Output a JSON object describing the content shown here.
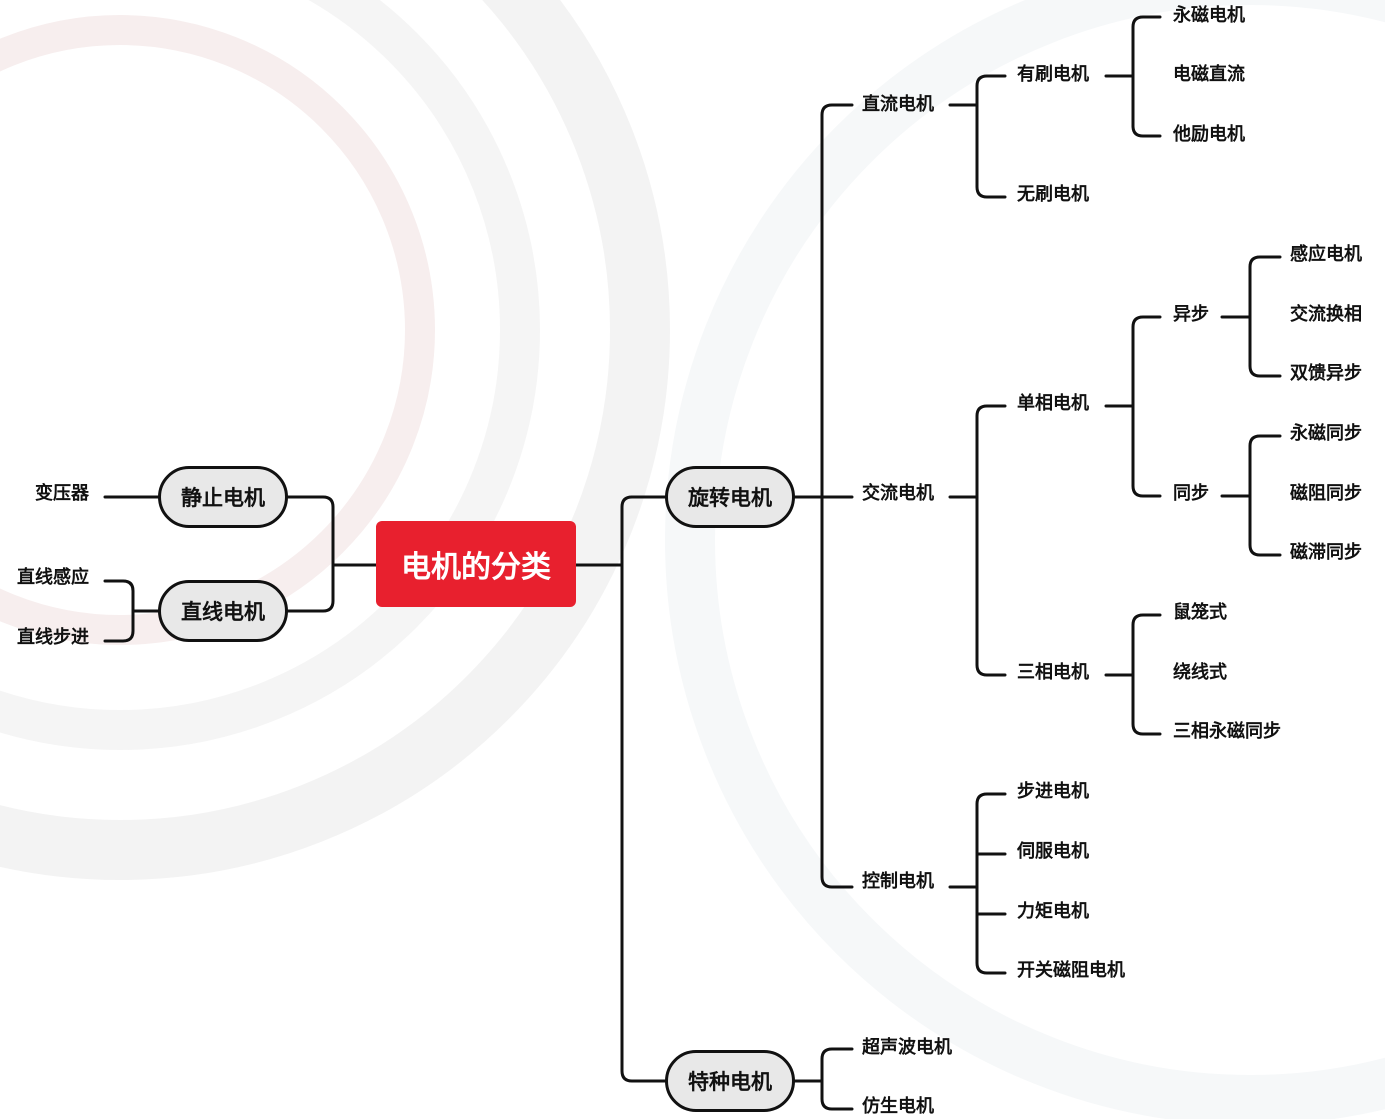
{
  "root": "电机的分类",
  "main": {
    "static": "静止电机",
    "linear": "直线电机",
    "rotating": "旋转电机",
    "special": "特种电机"
  },
  "static_children": [
    "变压器"
  ],
  "linear_children": [
    "直线感应",
    "直线步进"
  ],
  "rotating_children": {
    "dc": "直流电机",
    "ac": "交流电机",
    "control": "控制电机"
  },
  "dc": {
    "brushed": "有刷电机",
    "brushless": "无刷电机",
    "brushed_children": [
      "永磁电机",
      "电磁直流",
      "他励电机"
    ]
  },
  "ac": {
    "single": "单相电机",
    "three": "三相电机",
    "async": "异步",
    "sync": "同步",
    "async_children": [
      "感应电机",
      "交流换相",
      "双馈异步"
    ],
    "sync_children": [
      "永磁同步",
      "磁阻同步",
      "磁滞同步"
    ],
    "three_children": [
      "鼠笼式",
      "绕线式",
      "三相永磁同步"
    ]
  },
  "control_children": [
    "步进电机",
    "伺服电机",
    "力矩电机",
    "开关磁阻电机"
  ],
  "special_children": [
    "超声波电机",
    "仿生电机"
  ]
}
